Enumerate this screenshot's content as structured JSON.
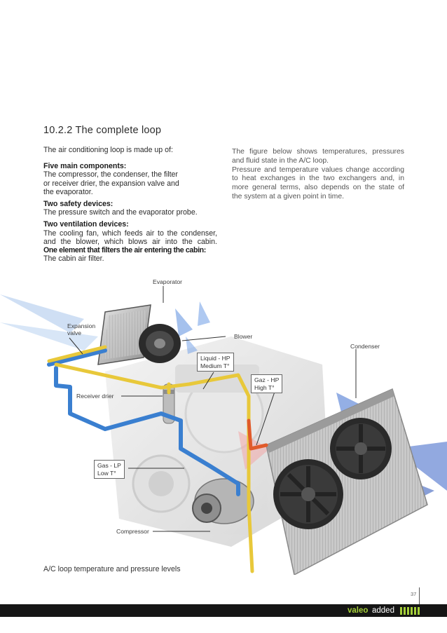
{
  "section": {
    "title": "10.2.2 The complete loop"
  },
  "left_column": {
    "intro": "The air conditioning loop is made up of:",
    "main_heading": "Five main components:",
    "main_text_1": "The compressor, the condenser, the filter",
    "main_text_2": "or receiver drier, the expansion valve and",
    "main_text_3": "the evaporator.",
    "safety_heading": "Two safety devices:",
    "safety_text": "The pressure switch and the evaporator probe.",
    "vent_heading": "Two ventilation devices:",
    "vent_text_1": "The cooling fan, which feeds air to the condenser,",
    "vent_text_2": "and the blower, which blows air into the cabin.",
    "filter_heading": "One element that filters the air entering the cabin:",
    "filter_text": "The cabin air filter."
  },
  "right_column": {
    "line_1": "The figure below shows temperatures, pressures",
    "line_2": "and fluid state in the A/C loop.",
    "line_3": "Pressure and temperature values change according",
    "line_4": "to heat exchanges in the two exchangers and, in",
    "line_5": "more general terms, also depends on the state of",
    "line_6": "the system at a given point in time."
  },
  "diagram": {
    "labels": {
      "evaporator": "Evaporator",
      "expansion_valve_1": "Expansion",
      "expansion_valve_2": "valve",
      "blower": "Blower",
      "condenser": "Condenser",
      "receiver_drier": "Receiver drier",
      "compressor": "Compressor"
    },
    "states": {
      "liquid_1": "Liquid - HP",
      "liquid_2": "Medium T°",
      "gas_hp_1": "Gaz - HP",
      "gas_hp_2": "High T°",
      "gas_lp_1": "Gas - LP",
      "gas_lp_2": "Low T°"
    },
    "colors": {
      "low_pressure_line": "#3a7fd0",
      "liquid_line": "#e8c83a",
      "hot_gas_line": "#e05a2a"
    }
  },
  "caption": "A/C loop temperature and pressure levels",
  "page_number": "37",
  "footer": {
    "brand": "valeo",
    "tagline": "added",
    "accent_color": "#a4ce39"
  }
}
